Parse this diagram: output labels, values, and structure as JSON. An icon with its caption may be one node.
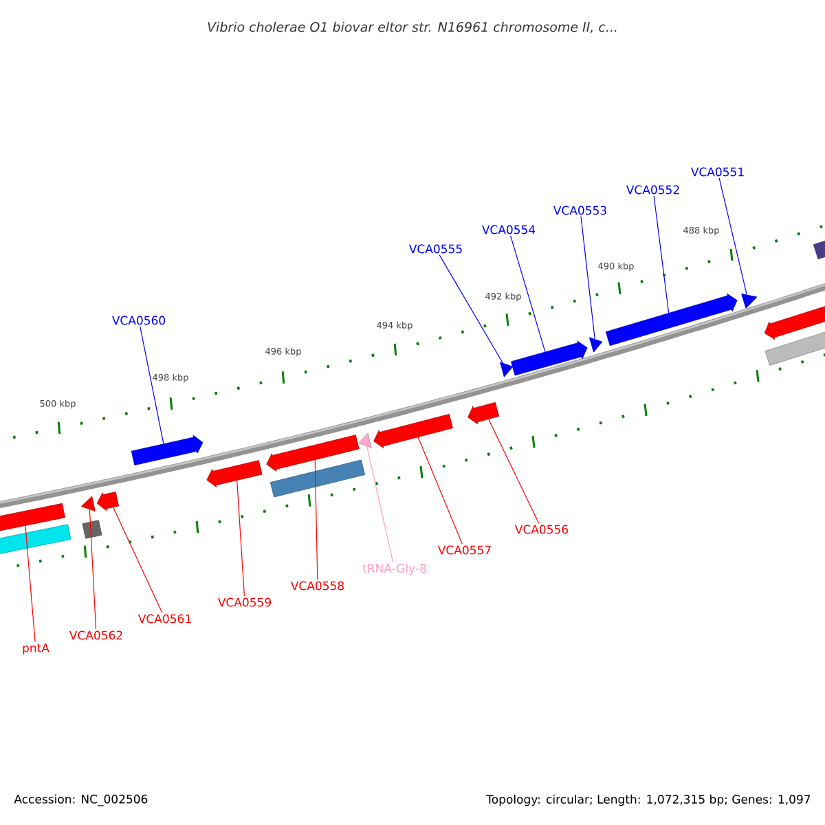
{
  "diagram": {
    "title": "Vibrio cholerae O1 biovar eltor str. N16961 chromosome II, c...",
    "nodes": [
      {
        "text": [
          "VCA0551"
        ]
      },
      {
        "text": [
          "VCA0552"
        ]
      },
      {
        "text": [
          "VCA0553"
        ]
      },
      {
        "text": [
          "VCA0554"
        ]
      },
      {
        "text": [
          "VCA0555"
        ]
      },
      {
        "text": [
          "VCA0560"
        ]
      },
      {
        "text": [
          "pntA"
        ]
      },
      {
        "text": [
          "VCA0562"
        ]
      },
      {
        "text": [
          "VCA0561"
        ]
      },
      {
        "text": [
          "VCA0559"
        ]
      },
      {
        "text": [
          "VCA0558"
        ]
      },
      {
        "text": [
          "tRNA-Gly-8"
        ]
      },
      {
        "text": [
          "VCA0557"
        ]
      },
      {
        "text": [
          "VCA0556"
        ]
      },
      {
        "text": [],
        "shape": "arrow"
      },
      {
        "text": [],
        "shape": "triangle"
      },
      {
        "text": [],
        "shape": "arrow"
      },
      {
        "text": [],
        "shape": "triangle"
      },
      {
        "text": [],
        "shape": "arrow"
      },
      {
        "text": [],
        "shape": "triangle"
      },
      {
        "text": [],
        "shape": "box"
      },
      {
        "text": [],
        "shape": "arrow"
      },
      {
        "text": [],
        "shape": "bar"
      },
      {
        "text": [],
        "shape": "triangle"
      },
      {
        "text": [],
        "shape": "arrow"
      },
      {
        "text": [],
        "shape": "box"
      },
      {
        "text": [],
        "shape": "arrow"
      },
      {
        "text": [],
        "shape": "arrow"
      },
      {
        "text": [],
        "shape": "bar"
      },
      {
        "text": [],
        "shape": "triangle"
      },
      {
        "text": [],
        "shape": "arrow"
      },
      {
        "text": [],
        "shape": "arrow"
      },
      {
        "text": [],
        "shape": "arrow"
      },
      {
        "text": [],
        "shape": "bar"
      }
    ],
    "edges": [
      {
        "from": 0,
        "to": 19,
        "arrow": "none",
        "color": "#0000ff"
      },
      {
        "from": 1,
        "to": 18,
        "arrow": "none",
        "color": "#0000ff"
      },
      {
        "from": 2,
        "to": 17,
        "arrow": "none",
        "color": "#0000ff"
      },
      {
        "from": 3,
        "to": 16,
        "arrow": "none",
        "color": "#0000ff"
      },
      {
        "from": 4,
        "to": 15,
        "arrow": "none",
        "color": "#0000ff"
      },
      {
        "from": 5,
        "to": 14,
        "arrow": "none",
        "color": "#0000ff"
      },
      {
        "from": 6,
        "to": 21,
        "arrow": "none"
      },
      {
        "from": 7,
        "to": 23,
        "arrow": "none"
      },
      {
        "from": 8,
        "to": 24,
        "arrow": "none"
      },
      {
        "from": 9,
        "to": 26,
        "arrow": "none"
      },
      {
        "from": 10,
        "to": 27,
        "arrow": "none"
      },
      {
        "from": 11,
        "to": 29,
        "arrow": "none",
        "color": "#ff99cc"
      },
      {
        "from": 12,
        "to": 30,
        "arrow": "none"
      },
      {
        "from": 13,
        "to": 31,
        "arrow": "none"
      }
    ],
    "labels": [
      "500 kbp",
      "498 kbp",
      "496 kbp",
      "494 kbp",
      "492 kbp",
      "490 kbp",
      "488 kbp",
      "Accession: NC_002506",
      "Topology: circular; Length: 1,072,315 bp; Genes: 1,097"
    ]
  }
}
